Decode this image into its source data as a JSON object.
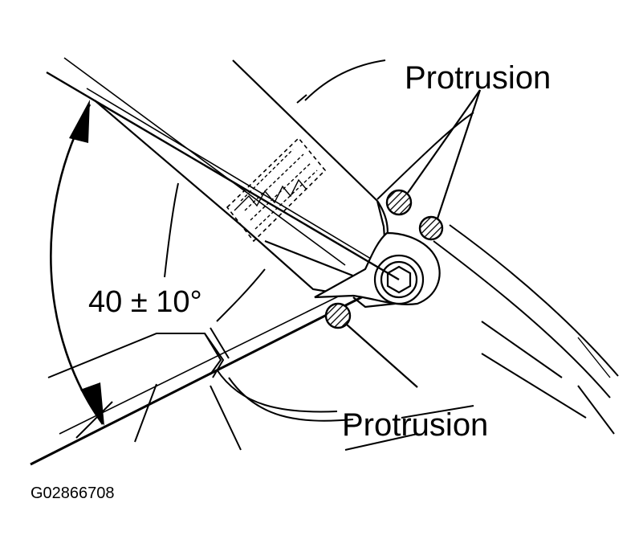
{
  "labels": {
    "protrusion_top": "Protrusion",
    "protrusion_bottom": "Protrusion",
    "angle": "40 ± 10°",
    "figure_code": "G02866708"
  },
  "colors": {
    "ink": "#000000",
    "paper": "#ffffff"
  }
}
